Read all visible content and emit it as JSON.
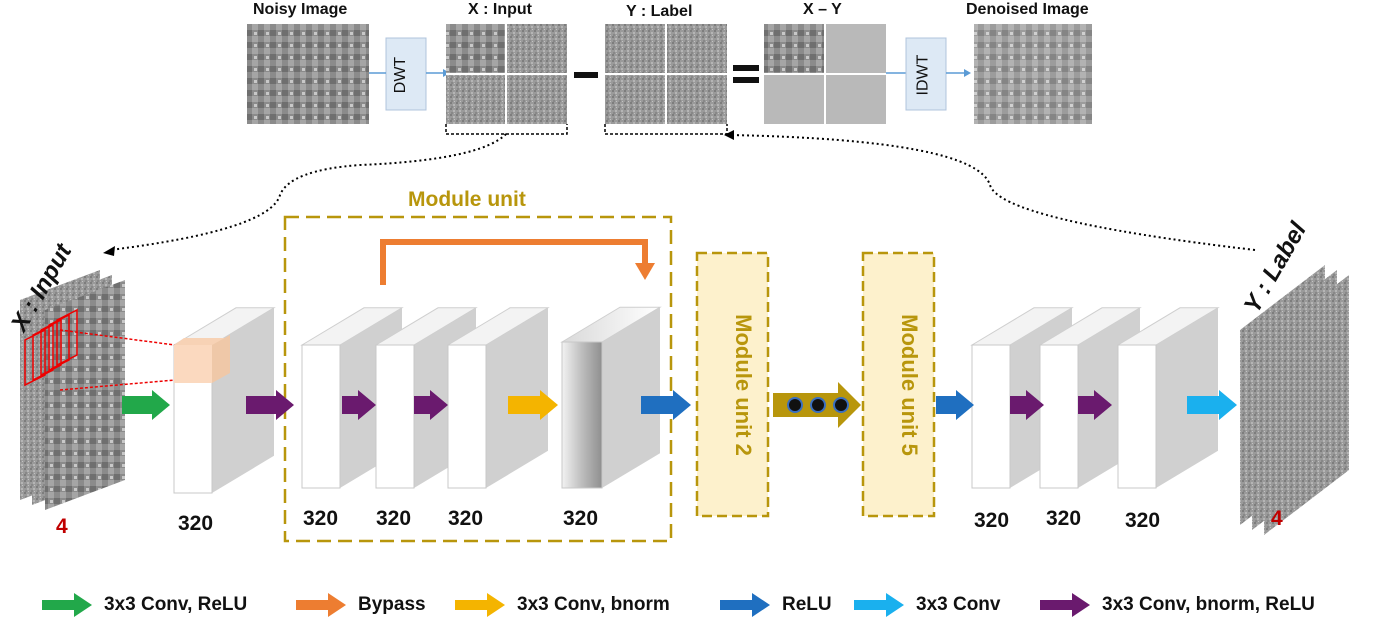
{
  "top_row": {
    "noisy_label": "Noisy Image",
    "input_label": "X : Input",
    "label_label": "Y : Label",
    "diff_label": "X – Y",
    "denoised_label": "Denoised Image",
    "dwt": "DWT",
    "idwt": "IDWT",
    "minus": "−",
    "equals": "="
  },
  "network": {
    "input_title": "X : Input",
    "label_title": "Y : Label",
    "module_unit_title": "Module unit",
    "module_unit_2": "Module unit 2",
    "module_unit_5": "Module unit 5",
    "input_channels": "4",
    "output_channels": "4",
    "block_labels": [
      "320",
      "320",
      "320",
      "320",
      "320",
      "320",
      "320",
      "320"
    ]
  },
  "legend": [
    {
      "label": "3x3 Conv, ReLU",
      "color": "#22a84a"
    },
    {
      "label": "Bypass",
      "color": "#ed7d31"
    },
    {
      "label": "3x3 Conv, bnorm",
      "color": "#f4b400"
    },
    {
      "label": "ReLU",
      "color": "#1f6fc0"
    },
    {
      "label": "3x3 Conv",
      "color": "#1ab0ee"
    },
    {
      "label": "3x3 Conv, bnorm, ReLU",
      "color": "#6a1a6e"
    }
  ],
  "colors": {
    "module_border": "#b8960c",
    "module_fill": "#fdf1cc",
    "bypass": "#ed7d31",
    "conv_relu": "#22a84a",
    "conv_bnorm": "#f4b400",
    "relu": "#1f6fc0",
    "conv": "#1ab0ee",
    "conv_bnorm_relu": "#6a1a6e",
    "channel_count": "#c00000"
  }
}
